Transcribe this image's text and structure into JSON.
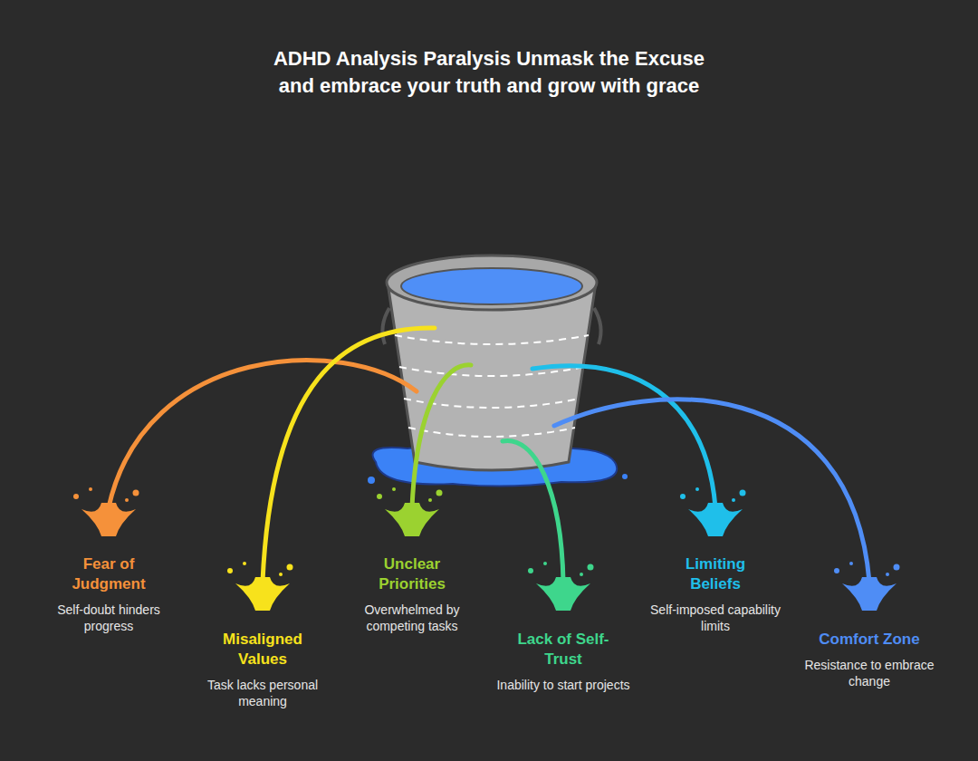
{
  "diagram": {
    "title": "ADHD Analysis Paralysis Unmask the Excuse and embrace your truth and grow with grace",
    "nodes": [
      {
        "text": [
          "Fear of Judgment",
          "Self-doubt hinders progress"
        ]
      },
      {
        "text": [
          "Misaligned Values",
          "Task lacks personal meaning"
        ]
      },
      {
        "text": [
          "Unclear Priorities",
          "Overwhelmed by competing tasks"
        ]
      },
      {
        "text": [
          "Lack of Self-Trust",
          "Inability to start projects"
        ]
      },
      {
        "text": [
          "Limiting Beliefs",
          "Self-imposed capability limits"
        ]
      },
      {
        "text": [
          "Comfort Zone",
          "Resistance to embrace change"
        ]
      }
    ]
  }
}
